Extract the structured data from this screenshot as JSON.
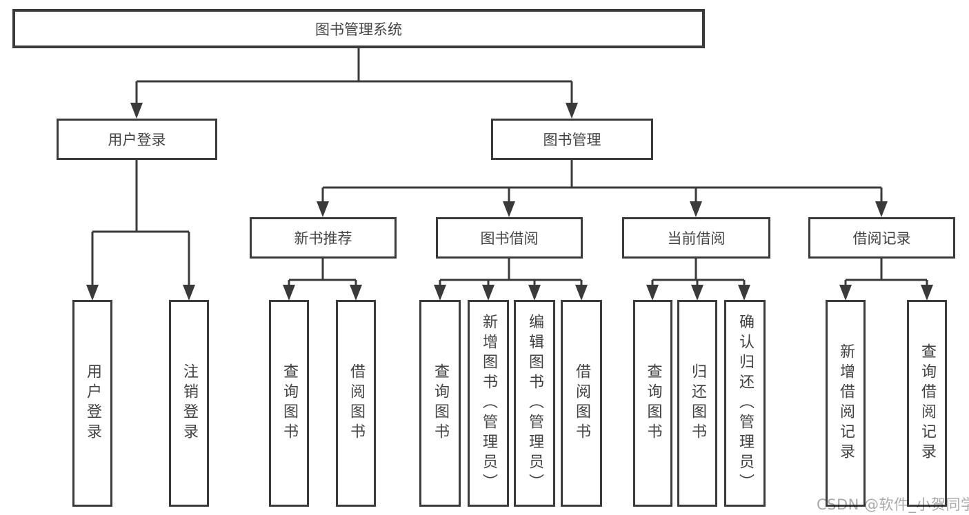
{
  "diagram": {
    "root": {
      "label": "图书管理系统"
    },
    "level2": [
      {
        "id": "user-login",
        "label": "用户登录"
      },
      {
        "id": "book-management",
        "label": "图书管理"
      }
    ],
    "level3": [
      {
        "id": "new-book-recommend",
        "label": "新书推荐",
        "parent": "图书管理"
      },
      {
        "id": "book-borrow",
        "label": "图书借阅",
        "parent": "图书管理"
      },
      {
        "id": "current-borrow",
        "label": "当前借阅",
        "parent": "图书管理"
      },
      {
        "id": "borrow-records",
        "label": "借阅记录",
        "parent": "图书管理"
      }
    ],
    "leaves": [
      {
        "label": "用户登录",
        "parent": "用户登录"
      },
      {
        "label": "注销登录",
        "parent": "用户登录"
      },
      {
        "label": "查询图书",
        "parent": "新书推荐"
      },
      {
        "label": "借阅图书",
        "parent": "新书推荐"
      },
      {
        "label": "查询图书",
        "parent": "图书借阅"
      },
      {
        "label": "新增图书（管理员）",
        "parent": "图书借阅"
      },
      {
        "label": "编辑图书（管理员）",
        "parent": "图书借阅"
      },
      {
        "label": "借阅图书",
        "parent": "图书借阅"
      },
      {
        "label": "查询图书",
        "parent": "当前借阅"
      },
      {
        "label": "归还图书",
        "parent": "当前借阅"
      },
      {
        "label": "确认归还（管理员）",
        "parent": "当前借阅"
      },
      {
        "label": "新增借阅记录",
        "parent": "借阅记录"
      },
      {
        "label": "查询借阅记录",
        "parent": "借阅记录"
      }
    ],
    "watermark": "CSDN @软件_小贺同学",
    "colors": {
      "line": "#3a3a3a",
      "text": "#424242",
      "box_fill": "#ffffff",
      "watermark": "#a9a9a9",
      "background": "#ffffff"
    }
  }
}
